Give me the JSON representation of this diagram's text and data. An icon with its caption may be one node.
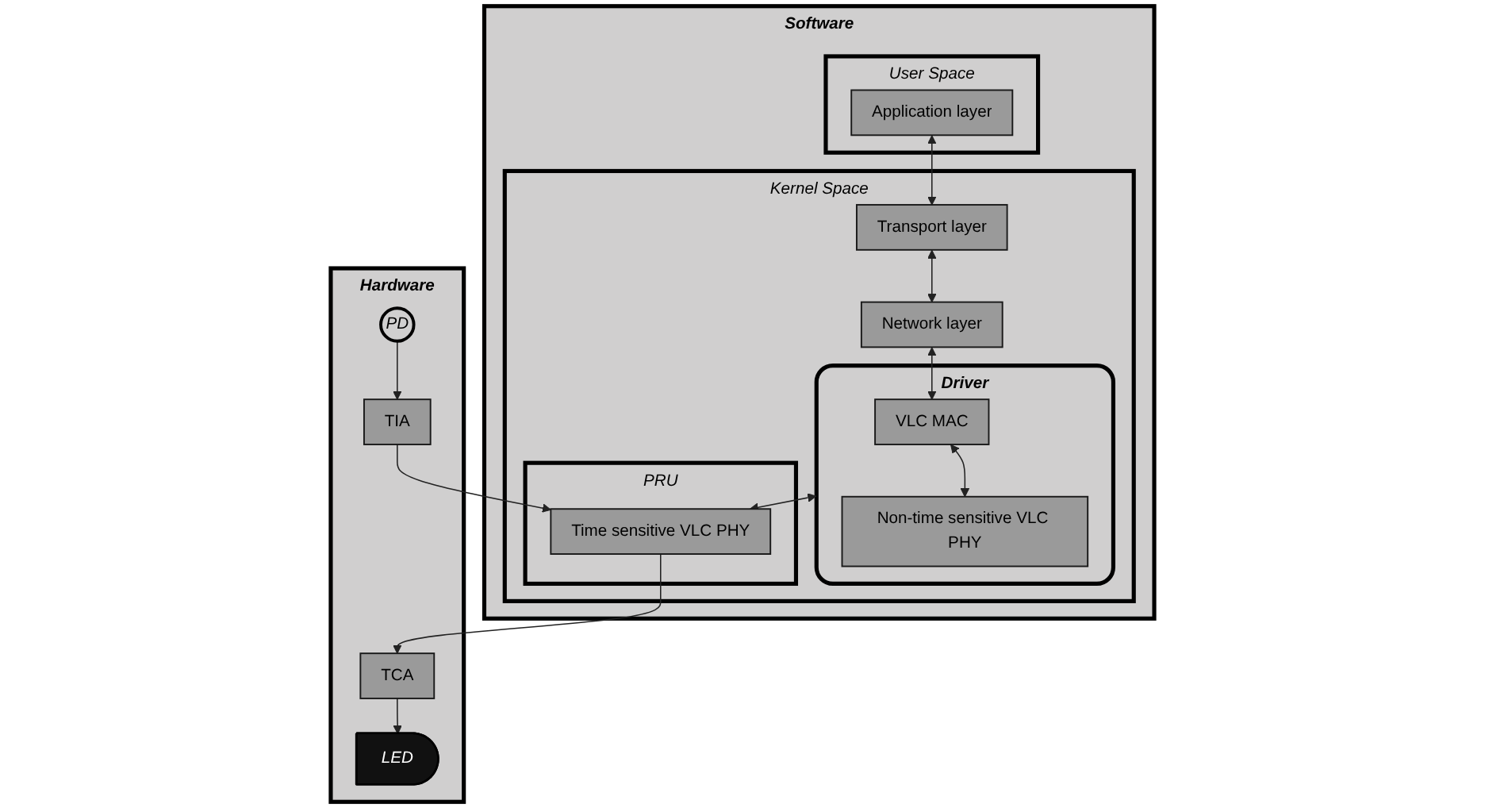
{
  "diagram": {
    "nodes": [
      {
        "text": [
          "Software"
        ]
      },
      {
        "text": [
          "User Space"
        ],
        "in": 0
      },
      {
        "text": [
          "Application layer"
        ],
        "in": 1
      },
      {
        "text": [
          "Kernel Space"
        ],
        "in": 0
      },
      {
        "text": [
          "Transport layer"
        ],
        "in": 3
      },
      {
        "text": [
          "Network layer"
        ],
        "in": 3
      },
      {
        "text": [
          "Driver"
        ],
        "in": 3
      },
      {
        "text": [
          "VLC MAC"
        ],
        "in": 6
      },
      {
        "text": [
          "Non-time sensitive VLC PHY"
        ],
        "in": 6
      },
      {
        "text": [
          "PRU"
        ],
        "in": 3
      },
      {
        "text": [
          "Time sensitive VLC PHY"
        ],
        "in": 9
      },
      {
        "text": [
          "Hardware"
        ]
      },
      {
        "text": [
          "TCA"
        ],
        "in": 11
      },
      {
        "text": [
          "LED"
        ],
        "in": 11
      },
      {
        "text": [
          "TIA"
        ],
        "in": 11
      },
      {
        "text": [
          "PD"
        ],
        "in": 11
      }
    ],
    "edges": [
      {
        "from": 2,
        "to": 4,
        "arrow": "both"
      },
      {
        "from": 4,
        "to": 5,
        "arrow": "both"
      },
      {
        "from": 5,
        "to": 7,
        "arrow": "both"
      },
      {
        "from": 7,
        "to": 8,
        "arrow": "both"
      },
      {
        "from": 6,
        "to": 10,
        "arrow": "both"
      },
      {
        "from": 10,
        "to": 12,
        "arrow": "to"
      },
      {
        "from": 12,
        "to": 13,
        "arrow": "to"
      },
      {
        "from": 14,
        "to": 10,
        "arrow": "to"
      },
      {
        "from": 15,
        "to": 14,
        "arrow": "to"
      }
    ]
  }
}
